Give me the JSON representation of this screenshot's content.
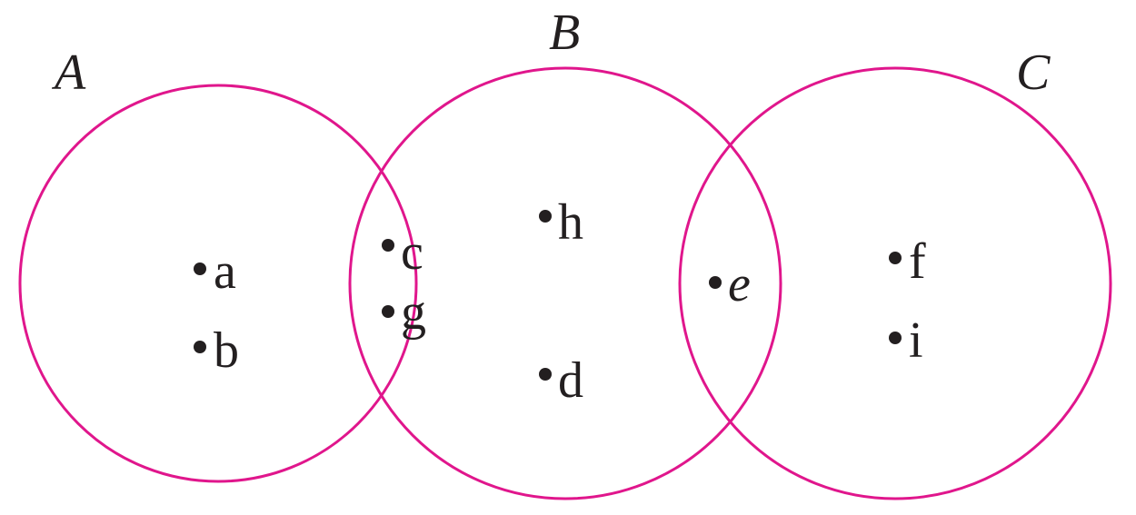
{
  "colors": {
    "circle_stroke": "#e0168c",
    "text": "#231f20"
  },
  "sets": [
    {
      "id": "A",
      "label": "A"
    },
    {
      "id": "B",
      "label": "B"
    },
    {
      "id": "C",
      "label": "C"
    }
  ],
  "elements": [
    {
      "id": "a",
      "label": "a",
      "italic": false
    },
    {
      "id": "b",
      "label": "b",
      "italic": false
    },
    {
      "id": "c",
      "label": "c",
      "italic": false
    },
    {
      "id": "g",
      "label": "g",
      "italic": false
    },
    {
      "id": "h",
      "label": "h",
      "italic": false
    },
    {
      "id": "d",
      "label": "d",
      "italic": false
    },
    {
      "id": "e",
      "label": "e",
      "italic": true
    },
    {
      "id": "f",
      "label": "f",
      "italic": false
    },
    {
      "id": "i",
      "label": "i",
      "italic": false
    }
  ]
}
